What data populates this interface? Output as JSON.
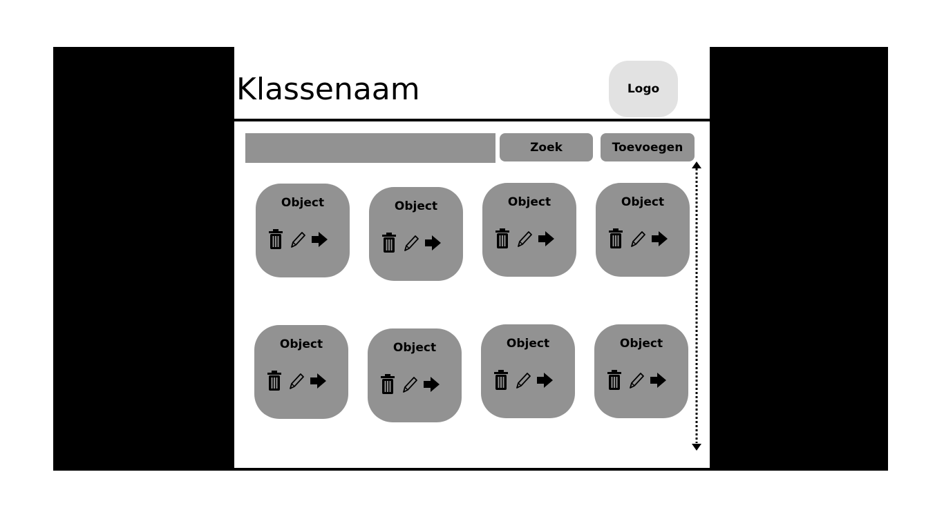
{
  "header": {
    "title": "Klassenaam",
    "logo_text": "Logo"
  },
  "toolbar": {
    "search_value": "",
    "search_button": "Zoek",
    "add_button": "Toevoegen"
  },
  "objects": [
    {
      "label": "Object"
    },
    {
      "label": "Object"
    },
    {
      "label": "Object"
    },
    {
      "label": "Object"
    },
    {
      "label": "Object"
    },
    {
      "label": "Object"
    },
    {
      "label": "Object"
    },
    {
      "label": "Object"
    }
  ],
  "card_actions": [
    "trash-icon",
    "pencil-icon",
    "arrow-right-icon"
  ],
  "colors": {
    "frame": "#000000",
    "surface": "#ffffff",
    "card": "#929292",
    "logo_bg": "#e2e2e2"
  }
}
